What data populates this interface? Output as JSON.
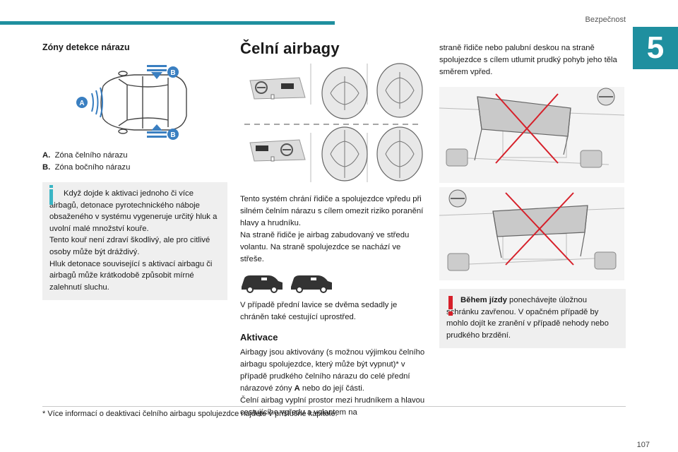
{
  "header": {
    "section": "Bezpečnost",
    "chapter": "5"
  },
  "left": {
    "title": "Zóny detekce nárazu",
    "diagram": {
      "label_a": "A",
      "label_b": "B"
    },
    "legend": [
      {
        "key": "A.",
        "text": "Zóna čelního nárazu"
      },
      {
        "key": "B.",
        "text": "Zóna bočního nárazu"
      }
    ],
    "info": [
      "Když dojde k aktivaci jednoho či více airbagů, detonace pyrotechnického náboje obsaženého v systému vygeneruje určitý hluk a uvolní malé množství kouře.",
      "Tento kouř není zdraví škodlivý, ale pro citlivé osoby může být dráždivý.",
      "Hluk detonace související s aktivací airbagu či airbagů může krátkodobě způsobit mírné zalehnutí sluchu."
    ]
  },
  "middle": {
    "title": "Čelní airbagy",
    "para1": "Tento systém chrání řidiče a spolujezdce vpředu při silném čelním nárazu s cílem omezit riziko poranění hlavy a hrudníku.",
    "para2": "Na straně řidiče je airbag zabudovaný ve středu volantu. Na straně spolujezdce se nachází ve střeše.",
    "para3": "V případě přední lavice se dvěma sedadly je chráněn také cestující uprostřed.",
    "subtitle": "Aktivace",
    "para4_pre": "Airbagy jsou aktivovány (s možnou výjimkou čelního airbagu spolujezdce, který může být vypnut)* v případě prudkého čelního nárazu do celé přední nárazové zóny ",
    "para4_bold": "A",
    "para4_post": " nebo do její části.",
    "para5": "Čelní airbag vyplní prostor mezi hrudníkem a hlavou cestujícího vpředu a volantem na"
  },
  "right": {
    "para1": "straně řidiče nebo palubní deskou na straně spolujezdce s cílem utlumit prudký pohyb jeho těla směrem vpřed.",
    "warn_bold": "Během jízdy",
    "warn_text": " ponechávejte úložnou schránku zavřenou. V opačném případě by mohlo dojít ke zranění v případě nehody nebo prudkého brzdění."
  },
  "footer": {
    "footnote": "* Více informací o deaktivaci čelního airbagu spolujezdce najdete v příslušné kapitole.",
    "page": "107"
  },
  "colors": {
    "accent": "#1f8f9f",
    "info_box": "#efefef",
    "warning": "#d6202a",
    "arrow_blue": "#3a7fc1"
  }
}
